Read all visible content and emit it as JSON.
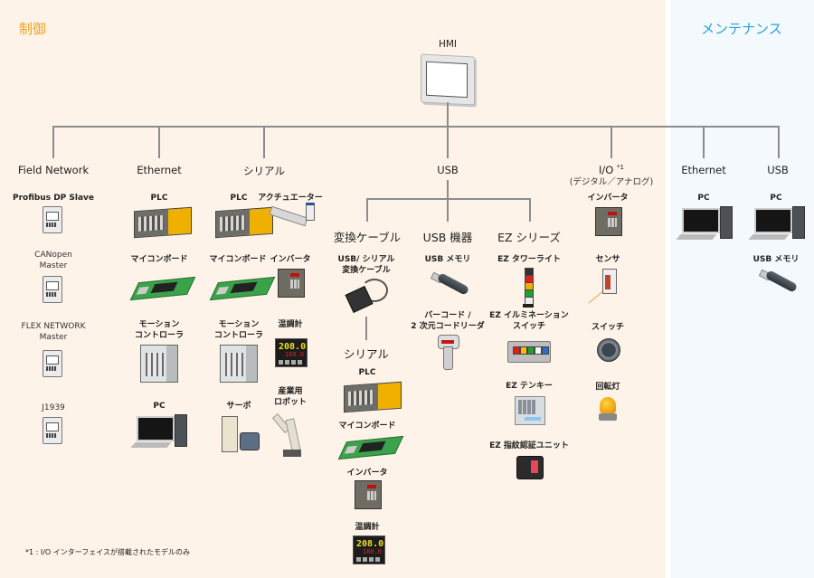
{
  "sections": {
    "control": {
      "title": "制御",
      "color": "#f0a020",
      "background": "#fdf3e8"
    },
    "maintenance": {
      "title": "メンテナンス",
      "color": "#2aa0d8",
      "background": "#f3f9fd"
    }
  },
  "root": {
    "label": "HMI",
    "icon": "hmi-touch-panel"
  },
  "categories": {
    "field_network": {
      "label": "Field Network",
      "devices": [
        {
          "label": "Profibus DP Slave",
          "icon": "fieldbus-module"
        },
        {
          "label": "CANopen\nMaster",
          "icon": "fieldbus-module"
        },
        {
          "label": "FLEX NETWORK\nMaster",
          "icon": "fieldbus-module"
        },
        {
          "label": "J1939",
          "icon": "fieldbus-module"
        }
      ]
    },
    "ethernet": {
      "label": "Ethernet",
      "devices": [
        {
          "label": "PLC",
          "icon": "plc"
        },
        {
          "label": "マイコンボード",
          "icon": "microcontroller-board"
        },
        {
          "label": "モーション\nコントローラ",
          "icon": "motion-controller"
        },
        {
          "label": "PC",
          "icon": "pc"
        }
      ]
    },
    "serial": {
      "label": "シリアル",
      "devices": [
        {
          "label": "PLC",
          "icon": "plc"
        },
        {
          "label": "アクチュエーター",
          "icon": "actuator"
        },
        {
          "label": "マイコンボード",
          "icon": "microcontroller-board"
        },
        {
          "label": "インバータ",
          "icon": "inverter"
        },
        {
          "label": "モーション\nコントローラ",
          "icon": "motion-controller"
        },
        {
          "label": "温調計",
          "icon": "temperature-controller"
        },
        {
          "label": "サーボ",
          "icon": "servo"
        },
        {
          "label": "産業用\nロボット",
          "icon": "industrial-robot"
        }
      ]
    },
    "usb": {
      "label": "USB",
      "subcategories": {
        "conversion_cable": {
          "label": "変換ケーブル",
          "devices": [
            {
              "label": "USB/ シリアル\n変換ケーブル",
              "icon": "usb-serial-cable"
            }
          ],
          "child": {
            "label": "シリアル",
            "devices": [
              {
                "label": "PLC",
                "icon": "plc"
              },
              {
                "label": "マイコンボード",
                "icon": "microcontroller-board"
              },
              {
                "label": "インバータ",
                "icon": "inverter"
              },
              {
                "label": "温調計",
                "icon": "temperature-controller"
              }
            ]
          }
        },
        "usb_devices": {
          "label": "USB 機器",
          "devices": [
            {
              "label": "USB メモリ",
              "icon": "usb-memory"
            },
            {
              "label": "バーコード /\n2 次元コードリーダ",
              "icon": "barcode-reader"
            }
          ]
        },
        "ez_series": {
          "label": "EZ シリーズ",
          "devices": [
            {
              "label": "EZ タワーライト",
              "icon": "tower-light"
            },
            {
              "label": "EZ イルミネーション\nスイッチ",
              "icon": "illumination-switch"
            },
            {
              "label": "EZ テンキー",
              "icon": "numeric-keypad"
            },
            {
              "label": "EZ 指紋認証ユニット",
              "icon": "fingerprint-unit"
            }
          ]
        }
      }
    },
    "io": {
      "label": "I/O",
      "note_mark": "*1",
      "sublabel": "(デジタル／アナログ)",
      "devices": [
        {
          "label": "インバータ",
          "icon": "inverter"
        },
        {
          "label": "センサ",
          "icon": "sensor"
        },
        {
          "label": "スイッチ",
          "icon": "switch"
        },
        {
          "label": "回転灯",
          "icon": "rotating-lamp"
        }
      ]
    },
    "maint_ethernet": {
      "label": "Ethernet",
      "devices": [
        {
          "label": "PC",
          "icon": "pc"
        }
      ]
    },
    "maint_usb": {
      "label": "USB",
      "devices": [
        {
          "label": "PC",
          "icon": "pc"
        },
        {
          "label": "USB メモリ",
          "icon": "usb-memory"
        }
      ]
    }
  },
  "footnote": "*1 : I/O インターフェイスが搭載されたモデルのみ",
  "temp_display": {
    "pv": "208.0",
    "sv": "180.0"
  }
}
